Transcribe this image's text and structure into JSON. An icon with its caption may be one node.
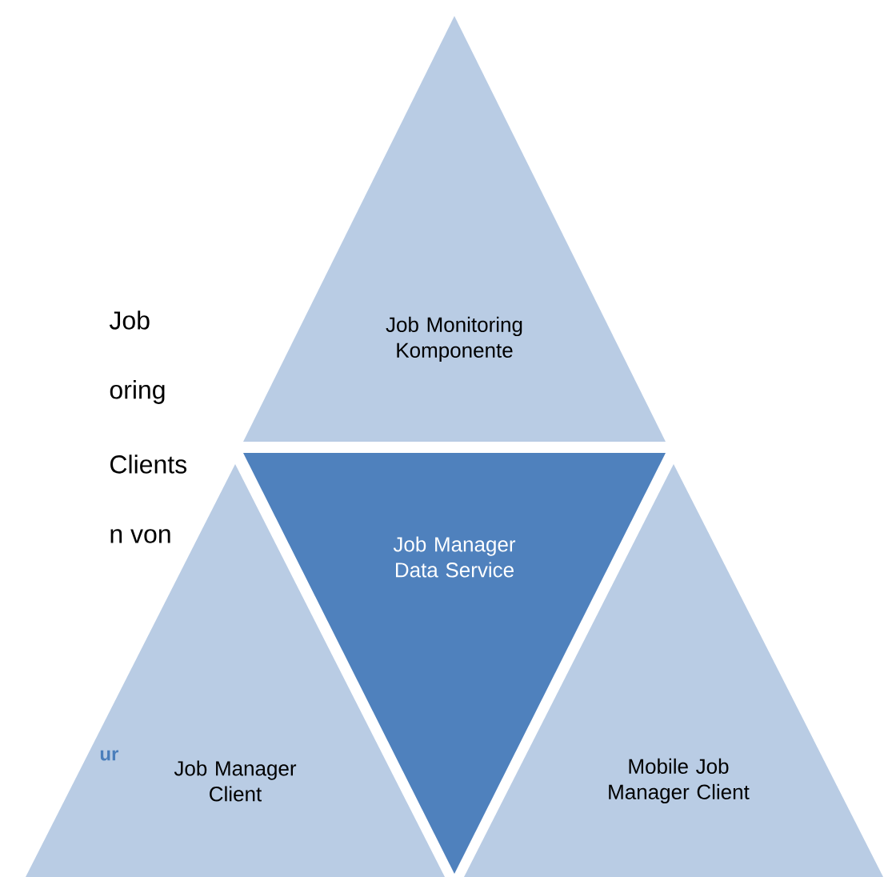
{
  "diagram": {
    "nodes": [
      {
        "text": [
          "Job Monitoring Komponente"
        ]
      },
      {
        "text": [
          "Job Manager Data Service"
        ]
      },
      {
        "text": [
          "Job Manager Client"
        ]
      },
      {
        "text": [
          "Mobile Job Manager Client"
        ]
      }
    ],
    "labels": [
      "Job",
      "oring",
      "Clients",
      "n von",
      "ur"
    ]
  }
}
